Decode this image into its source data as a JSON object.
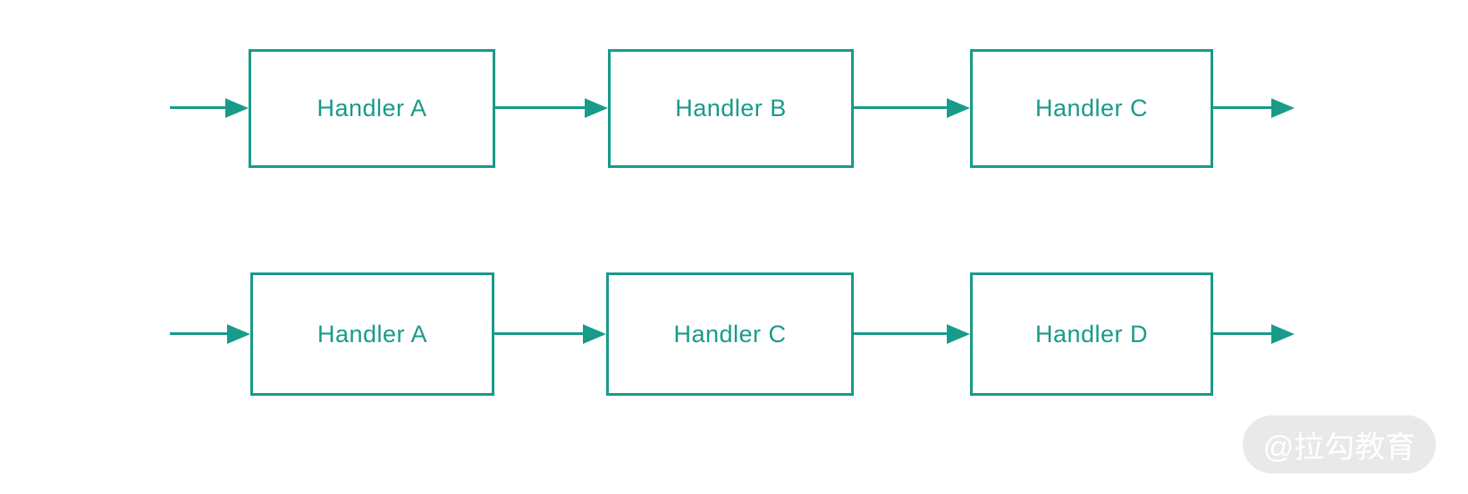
{
  "diagram": {
    "description": "Two handler chains (chain of responsibility)",
    "rows": [
      {
        "name": "chain-1",
        "boxes": [
          {
            "label": "Handler A"
          },
          {
            "label": "Handler B"
          },
          {
            "label": "Handler C"
          }
        ]
      },
      {
        "name": "chain-2",
        "boxes": [
          {
            "label": "Handler A"
          },
          {
            "label": "Handler C"
          },
          {
            "label": "Handler D"
          }
        ]
      }
    ]
  },
  "watermark": {
    "text": "@拉勾教育"
  },
  "colors": {
    "accent": "#189B8A",
    "background": "#FFFFFF",
    "watermark_bg": "#E9E9E9",
    "watermark_text": "#FFFFFF"
  }
}
